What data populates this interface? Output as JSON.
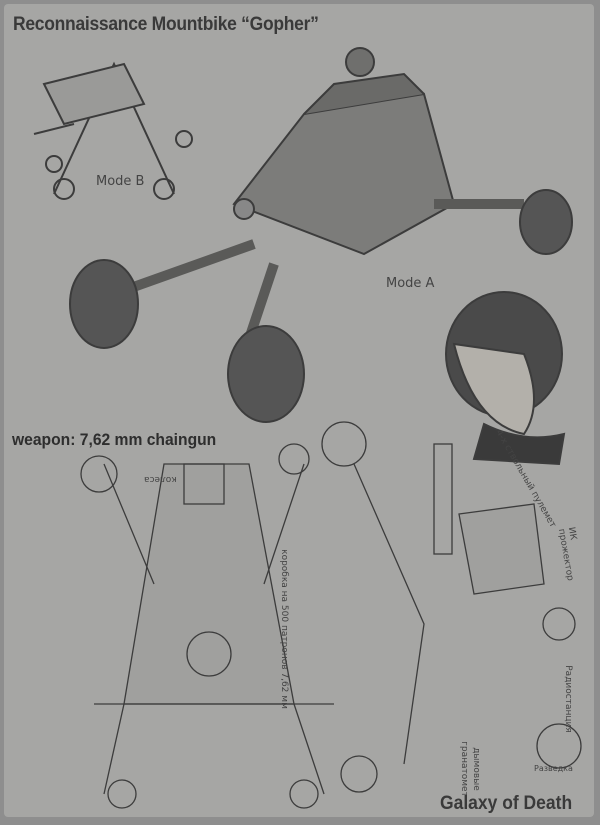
{
  "title": "Reconnaissance Mountbike “Gopher”",
  "labels": {
    "mode_b": "Mode B",
    "mode_a": "Mode A",
    "weapon": "weapon: 7,62 mm chaingun",
    "footer": "Galaxy of Death"
  },
  "annotations": {
    "gun": "4-х ствольный пулемет",
    "ir": "ИК прожектор",
    "radio": "Радиостанция",
    "grenade": "гранатомет",
    "smoke": "дымовые",
    "ammo": "коробка на 500 патронов 7,62 мм",
    "wheels": "колеса",
    "emblem": "Разведка"
  }
}
